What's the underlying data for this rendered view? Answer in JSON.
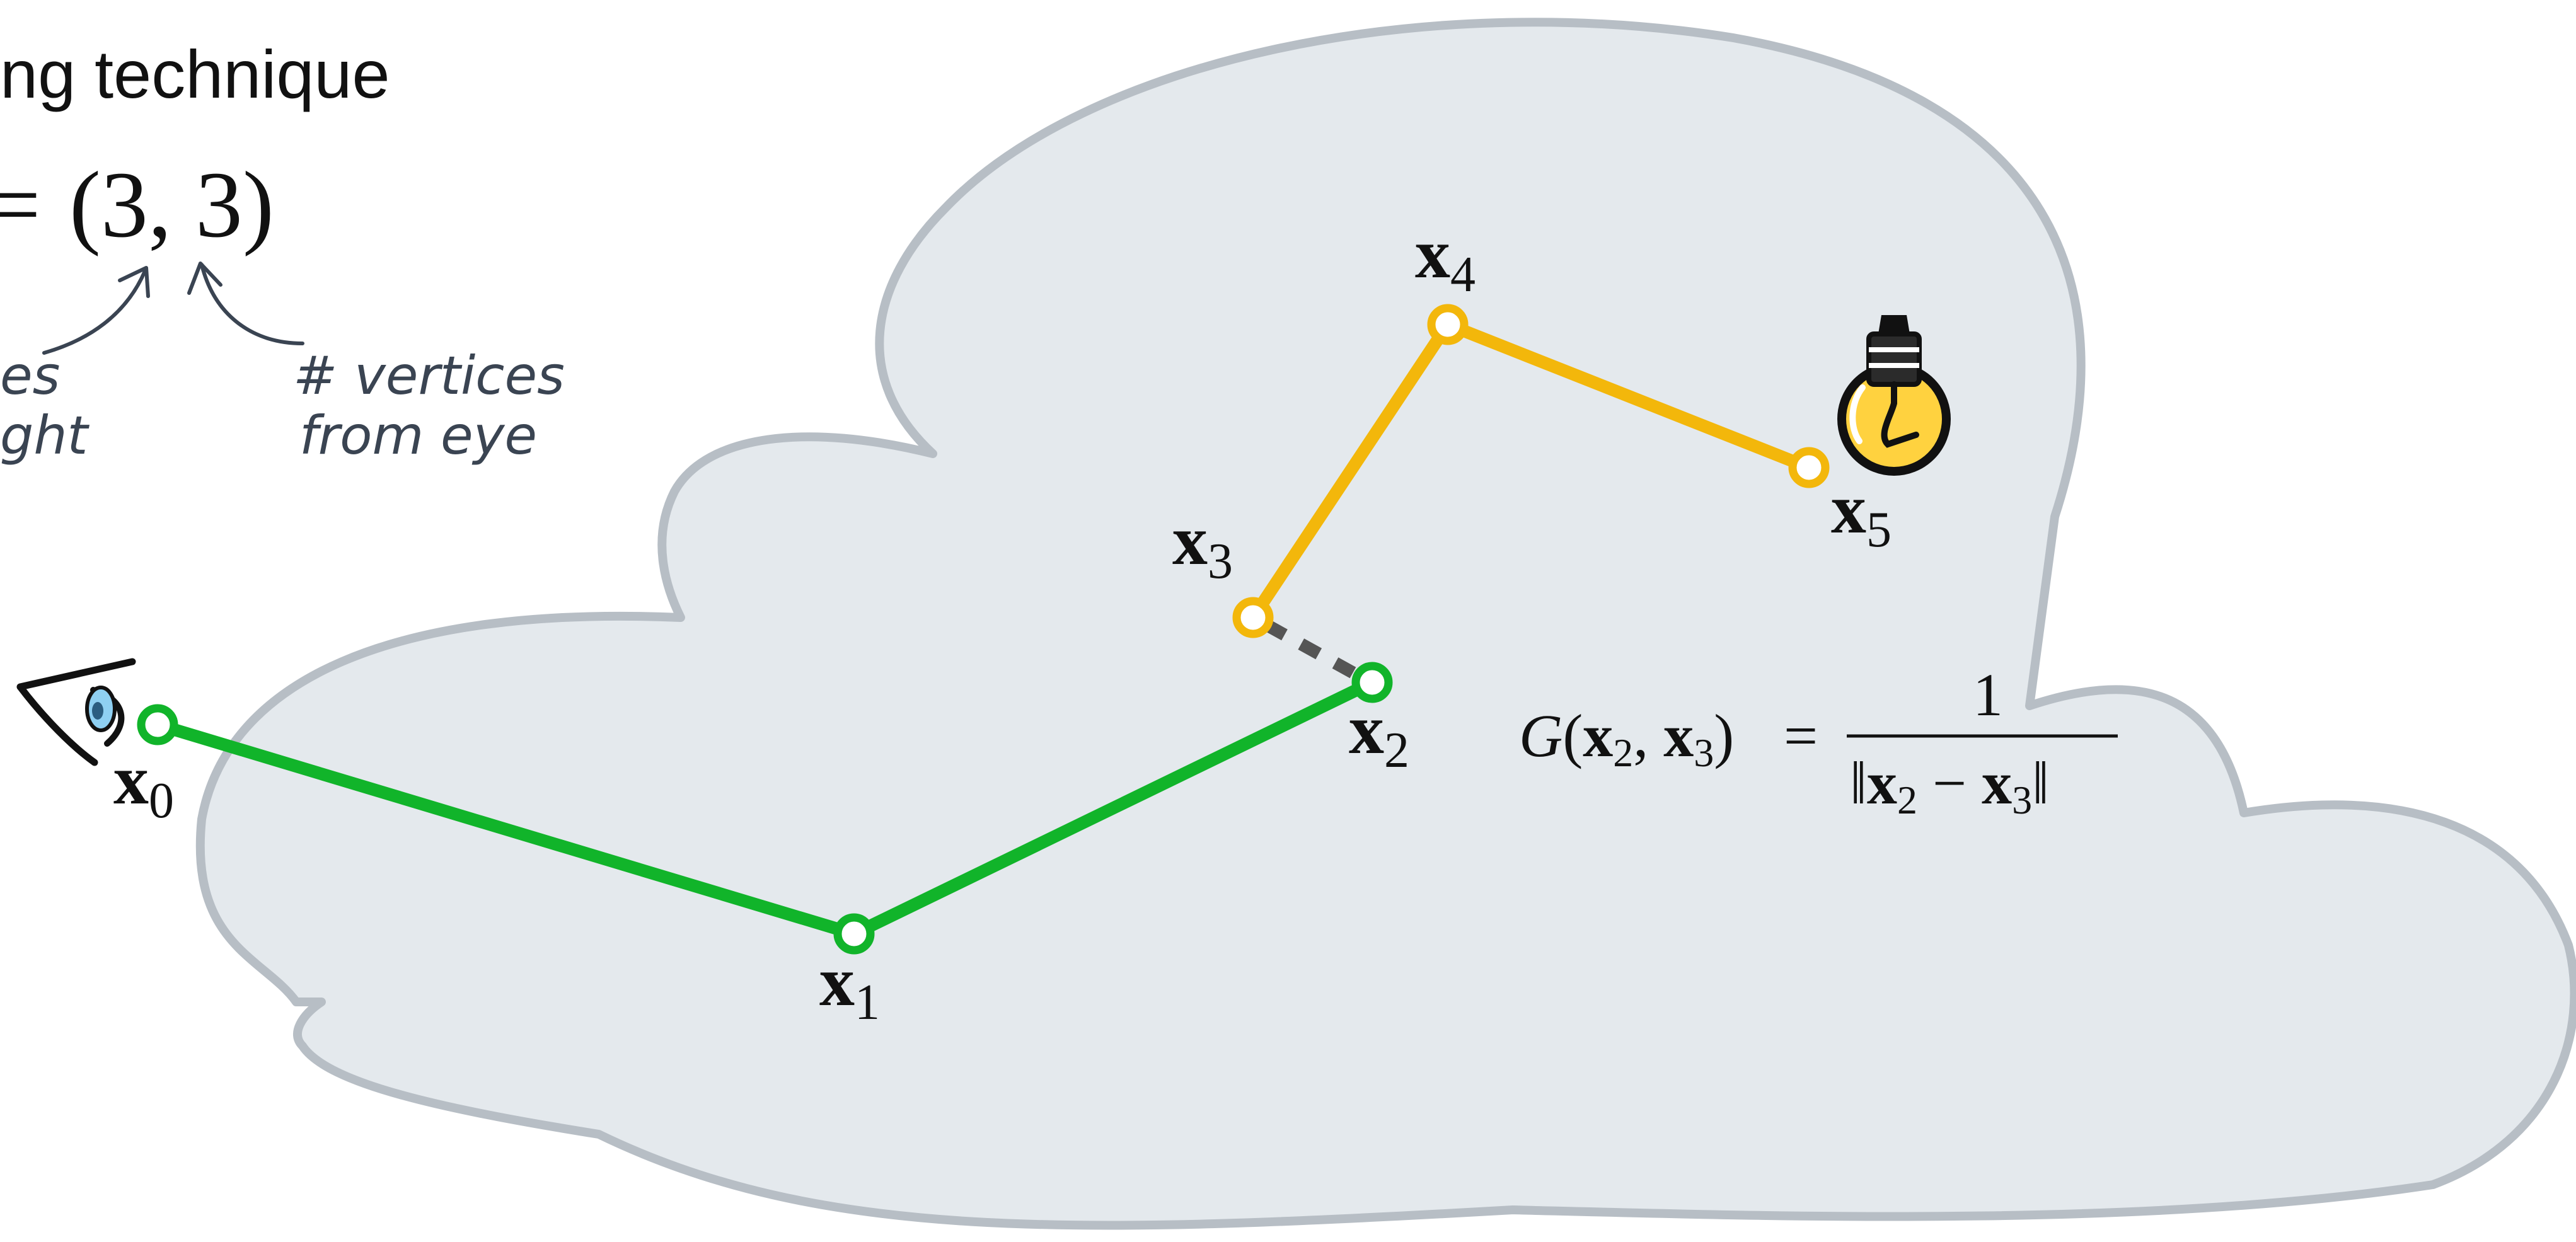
{
  "title_fragment": "ng technique",
  "strategy": {
    "equals": "=",
    "value": "(3, 3)"
  },
  "annotations": {
    "left_line1": "es",
    "left_line2": "ght",
    "right_line1": "# vertices",
    "right_line2": "from eye"
  },
  "vertices": [
    {
      "base": "x",
      "sub": "0"
    },
    {
      "base": "x",
      "sub": "1"
    },
    {
      "base": "x",
      "sub": "2"
    },
    {
      "base": "x",
      "sub": "3"
    },
    {
      "base": "x",
      "sub": "4"
    },
    {
      "base": "x",
      "sub": "5"
    }
  ],
  "formula": {
    "lhs_G": "G",
    "lhs_open": "(",
    "lhs_x2": "x",
    "lhs_sub2": "2",
    "lhs_comma": ", ",
    "lhs_x3": "x",
    "lhs_sub3": "3",
    "lhs_close": ")",
    "equals": "=",
    "numerator": "1",
    "den_open": "‖",
    "den_x2": "x",
    "den_sub2": "2",
    "den_minus": " − ",
    "den_x3": "x",
    "den_sub3": "3",
    "den_close": "‖"
  },
  "colors": {
    "cloud_fill": "#e4e9ed",
    "cloud_stroke": "#b7bec5",
    "eye_path": "#11b42a",
    "light_path": "#f3b70b",
    "connection": "#555555",
    "ink": "#3a4452",
    "bulb": "#ffd23f"
  },
  "icons": {
    "eye": "eye-icon",
    "light": "lightbulb-icon"
  }
}
